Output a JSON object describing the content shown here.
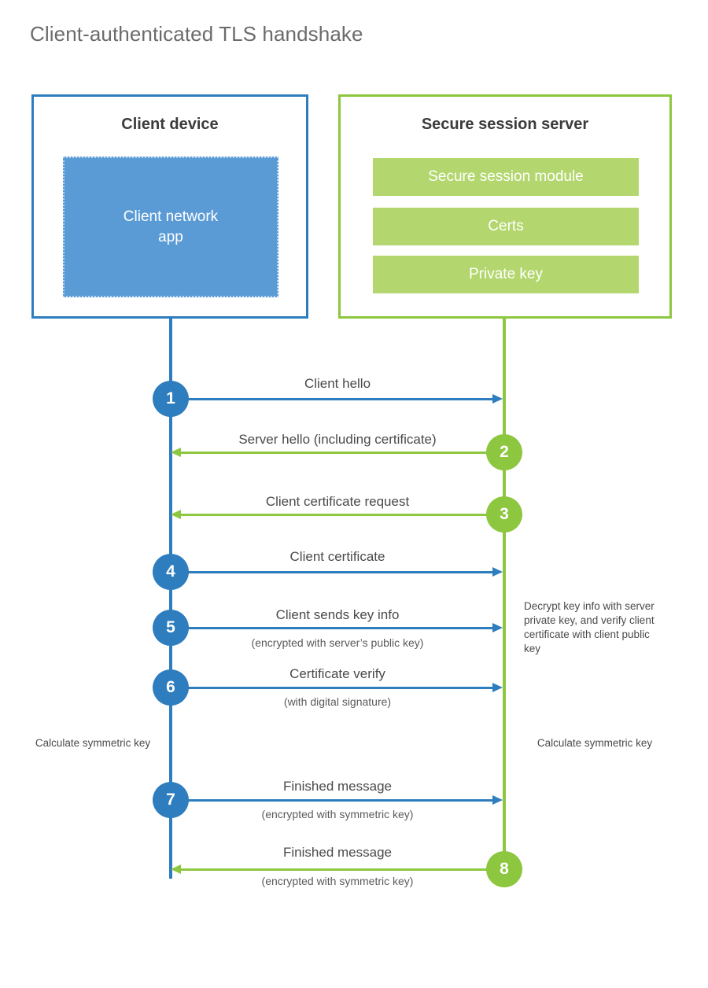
{
  "title": "Client-authenticated TLS handshake",
  "colors": {
    "blue_stroke": "#2E7DBE",
    "green_stroke": "#8DC63F",
    "blue_fill": "#5b9bd5",
    "green_fill": "#b3d76e",
    "title_text": "#6b6b6b",
    "body_text": "#4a4a4a"
  },
  "client": {
    "title": "Client device",
    "app_label": "Client network\napp"
  },
  "server": {
    "title": "Secure session server",
    "modules": [
      {
        "label": "Secure session module"
      },
      {
        "label": "Certs"
      },
      {
        "label": "Private key"
      }
    ]
  },
  "steps": [
    {
      "number": "1",
      "label": "Client hello",
      "sublabel": "",
      "direction": "client-to-server",
      "color": "blue"
    },
    {
      "number": "2",
      "label": "Server hello (including certificate)",
      "sublabel": "",
      "direction": "server-to-client",
      "color": "green"
    },
    {
      "number": "3",
      "label": "Client certificate request",
      "sublabel": "",
      "direction": "server-to-client",
      "color": "green"
    },
    {
      "number": "4",
      "label": "Client certificate",
      "sublabel": "",
      "direction": "client-to-server",
      "color": "blue"
    },
    {
      "number": "5",
      "label": "Client sends key info",
      "sublabel": "(encrypted with server’s public key)",
      "direction": "client-to-server",
      "color": "blue"
    },
    {
      "number": "6",
      "label": "Certificate verify",
      "sublabel": "(with digital signature)",
      "direction": "client-to-server",
      "color": "blue"
    },
    {
      "number": "7",
      "label": "Finished message",
      "sublabel": "(encrypted with symmetric key)",
      "direction": "client-to-server",
      "color": "blue"
    },
    {
      "number": "8",
      "label": "Finished message",
      "sublabel": "(encrypted with symmetric key)",
      "direction": "server-to-client",
      "color": "green"
    }
  ],
  "annotations": {
    "server_decrypt": "Decrypt key info with server private key, and verify client certificate with client public key",
    "client_calculate": "Calculate symmetric key",
    "server_calculate": "Calculate symmetric key"
  }
}
